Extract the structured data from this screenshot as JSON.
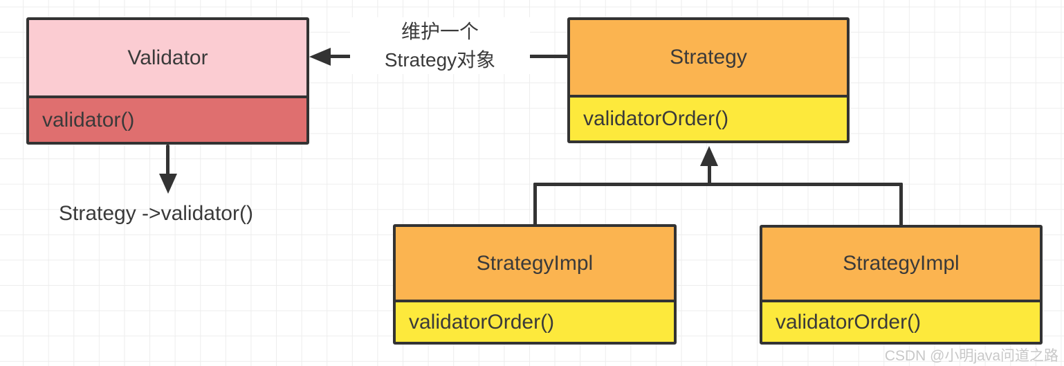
{
  "classes": [
    {
      "name": "Validator",
      "method": "validator()",
      "header_color": "#fbccd2",
      "body_color": "#df6f6f"
    },
    {
      "name": "Strategy",
      "method": "validatorOrder()",
      "header_color": "#fbb450",
      "body_color": "#fde93c"
    },
    {
      "name": "StrategyImpl",
      "method": "validatorOrder()",
      "header_color": "#fbb450",
      "body_color": "#fde93c"
    },
    {
      "name": "StrategyImpl",
      "method": "validatorOrder()",
      "header_color": "#fbb450",
      "body_color": "#fde93c"
    }
  ],
  "annotations": {
    "association_label_line1": "维护一个",
    "association_label_line2": "Strategy对象",
    "call_note": "Strategy ->validator()"
  },
  "watermark": "CSDN @小明java问道之路",
  "colors": {
    "line": "#333333",
    "text": "#3a3a3a",
    "background": "#ffffff",
    "grid_line": "#ededed",
    "watermark": "#c8c8c8"
  }
}
